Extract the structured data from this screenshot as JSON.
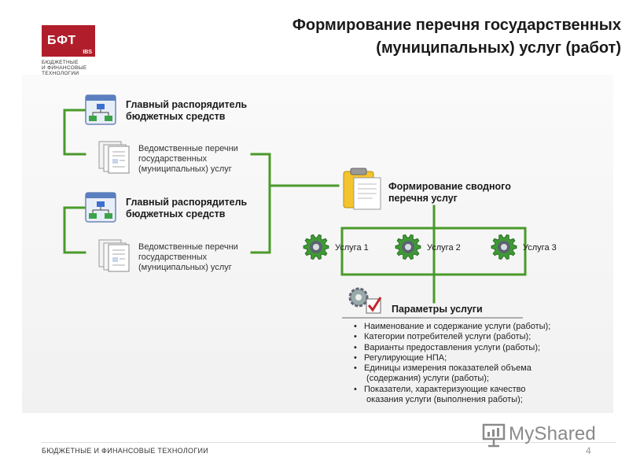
{
  "header": {
    "title_line1": "Формирование перечня государственных",
    "title_line2": "(муниципальных) услуг (работ)"
  },
  "logo": {
    "mark": "БФТ",
    "suffix": "IBS",
    "sub_line1": "БЮДЖЕТНЫЕ",
    "sub_line2": "И ФИНАНСОВЫЕ",
    "sub_line3": "ТЕХНОЛОГИИ"
  },
  "diagram": {
    "group1": {
      "manager_line1": "Главный распорядитель",
      "manager_line2": "бюджетных средств",
      "list_line1": "Ведомственные перечни",
      "list_line2": "государственных",
      "list_line3": "(муниципальных) услуг"
    },
    "group2": {
      "manager_line1": "Главный распорядитель",
      "manager_line2": "бюджетных средств",
      "list_line1": "Ведомственные перечни",
      "list_line2": "государственных",
      "list_line3": "(муниципальных) услуг"
    },
    "summary_line1": "Формирование сводного",
    "summary_line2": "перечня услуг",
    "services": [
      "Услуга 1",
      "Услуга 2",
      "Услуга 3"
    ],
    "params_title": "Параметры услуги",
    "params": [
      "Наименование и содержание услуги (работы);",
      "Категории потребителей услуги (работы);",
      "Варианты предоставления услуги (работы);",
      "Регулирующие НПА;",
      "Единицы измерения показателей объема\n (содержания) услуги (работы);",
      "Показатели, характеризующие качество\n оказания услуги (выполнения работы);"
    ],
    "line_color": "#4a9a2a"
  },
  "footer": {
    "company": "БЮДЖЕТНЫЕ И ФИНАНСОВЫЕ ТЕХНОЛОГИИ",
    "watermark": "MyShared",
    "page": "4"
  }
}
